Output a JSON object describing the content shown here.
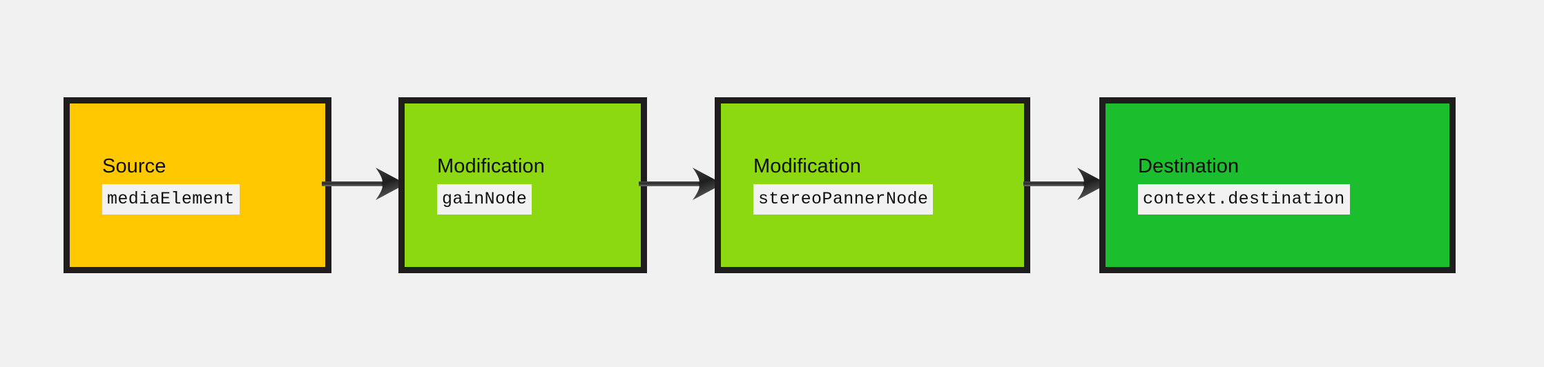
{
  "diagram": {
    "type": "flowchart",
    "orientation": "left-to-right",
    "background_color": "#f1f1f1",
    "border_color": "#1f1d1d",
    "nodes": [
      {
        "id": "source",
        "title": "Source",
        "code": "mediaElement",
        "fill_color": "#ffc800",
        "role": "source"
      },
      {
        "id": "gain",
        "title": "Modification",
        "code": "gainNode",
        "fill_color": "#8cd911",
        "role": "modification"
      },
      {
        "id": "panner",
        "title": "Modification",
        "code": "stereoPannerNode",
        "fill_color": "#8cd911",
        "role": "modification"
      },
      {
        "id": "destination",
        "title": "Destination",
        "code": "context.destination",
        "fill_color": "#1bbf2e",
        "role": "destination"
      }
    ],
    "connectors": [
      {
        "id": "connector-1",
        "from": "source",
        "to": "gain",
        "style": "solid-arrow"
      },
      {
        "id": "connector-2",
        "from": "gain",
        "to": "panner",
        "style": "solid-arrow"
      },
      {
        "id": "connector-3",
        "from": "panner",
        "to": "destination",
        "style": "solid-arrow"
      }
    ]
  }
}
